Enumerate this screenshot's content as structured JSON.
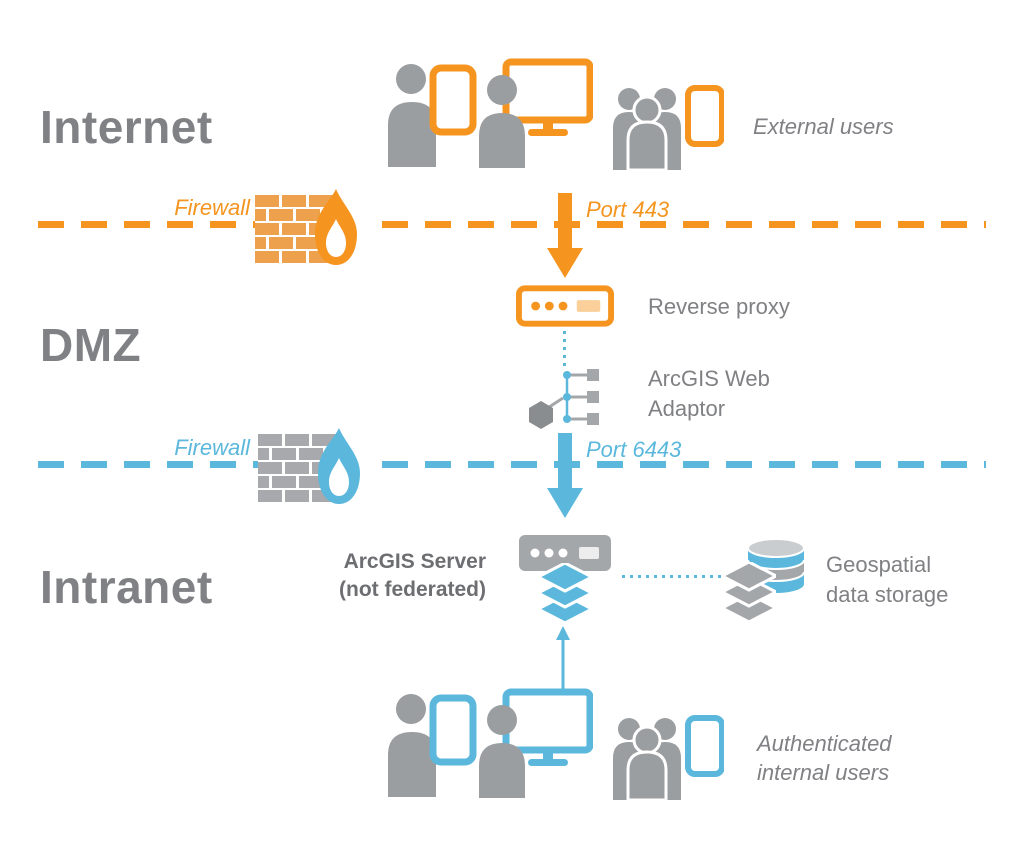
{
  "zones": {
    "internet": "Internet",
    "dmz": "DMZ",
    "intranet": "Intranet"
  },
  "internet": {
    "external_users_label": "External users"
  },
  "firewall_top": {
    "label": "Firewall",
    "port_label": "Port 443"
  },
  "dmz": {
    "reverse_proxy_label": "Reverse proxy",
    "web_adaptor_label_line1": "ArcGIS Web",
    "web_adaptor_label_line2": "Adaptor"
  },
  "firewall_bottom": {
    "label": "Firewall",
    "port_label": "Port 6443"
  },
  "intranet": {
    "server_label_line1": "ArcGIS Server",
    "server_label_line2": "(not federated)",
    "storage_label_line1": "Geospatial",
    "storage_label_line2": "data storage",
    "internal_users_label_line1": "Authenticated",
    "internal_users_label_line2": "internal users"
  },
  "icons": {
    "person_tablet": "person-with-tablet-icon",
    "person_monitor": "person-with-monitor-icon",
    "user_group_tablet": "user-group-with-tablet-icon",
    "firewall": "brick-wall-flame-icon",
    "reverse_proxy": "server-box-icon",
    "web_adaptor": "network-nodes-hexagon-icon",
    "arcgis_server": "server-with-layers-icon",
    "storage": "database-cylinder-with-layers-icon",
    "arrow_down": "down-arrow-icon",
    "arrow_up": "up-arrow-icon"
  },
  "colors": {
    "orange": "#F5941F",
    "blue": "#5BB8DC",
    "text_gray": "#808184",
    "dark_gray": "#6D6E71",
    "icon_gray": "#9B9EA1",
    "brick_orange": "#EDA14C",
    "brick_gray": "#A7A9AC"
  }
}
